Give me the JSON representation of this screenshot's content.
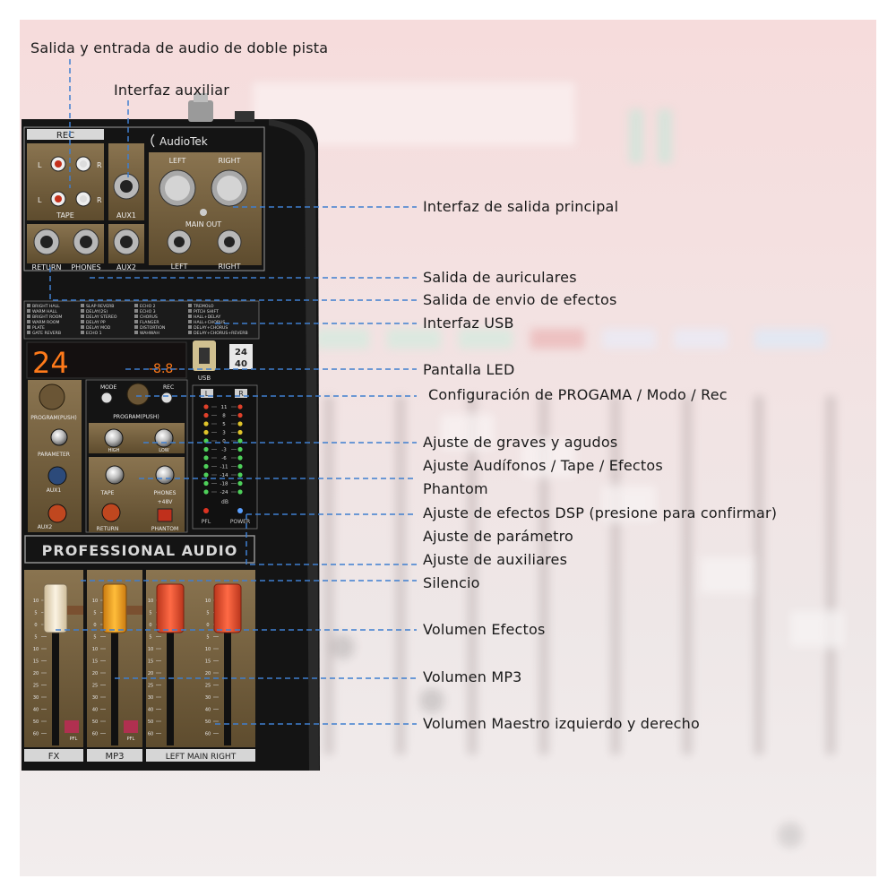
{
  "mixer": {
    "brand": "AudioTek",
    "rec_label": "REC",
    "tape_label": "TAPE",
    "left_short": "L",
    "right_short": "R",
    "return_label": "RETURN",
    "phones_label": "PHONES",
    "aux1_label": "AUX1",
    "aux2_label": "AUX2",
    "main_left_label": "LEFT",
    "main_right_label": "RIGHT",
    "main_out_label": "MAIN OUT",
    "usb_label": "USB",
    "bit_top": "24",
    "bit_bottom": "40",
    "led_main": "24",
    "led_small": "-8.8-",
    "mode_label": "MODE",
    "rec_btn_label": "REC",
    "program_label": "PROGRAM(PUSH)",
    "parameter_label": "PARAMETER",
    "high_label": "HIGH",
    "low_label": "LOW",
    "tape_knob_label": "TAPE",
    "return_knob_label": "RETURN",
    "phones_knob_label": "PHONES",
    "phantom_voltage": "+48V",
    "phantom_label": "PHANTOM",
    "pfl_label": "PFL",
    "power_label": "POWER",
    "aux1_knob_label": "AUX1",
    "aux2_knob_label": "AUX2",
    "db_label": "dB",
    "professional_audio": "PROFESSIONAL AUDIO",
    "fx_label": "FX",
    "mp3_label": "MP3",
    "left_main_right": "LEFT  MAIN  RIGHT",
    "meter_labels": [
      "11",
      "8",
      "5",
      "3",
      "0",
      "-3",
      "-6",
      "-11",
      "-14",
      "-18",
      "-24"
    ],
    "fader_scale": [
      "10",
      "5",
      "0",
      "5",
      "10",
      "15",
      "20",
      "25",
      "30",
      "40",
      "50",
      "60"
    ],
    "effects": [
      [
        "BRIGHT HALL",
        "WARM HALL",
        "BRIGHT ROOM",
        "WARM ROOM",
        "PLATE",
        "GATE REVERB"
      ],
      [
        "SLAP REVERB",
        "DELAY(2S)",
        "DELAY STEREO",
        "DELAY PP",
        "DELAY MOD",
        "ECHO 1"
      ],
      [
        "ECHO 2",
        "ECHO 3",
        "CHORUS",
        "FLANGER",
        "DISTORTION",
        "WAHWAH"
      ],
      [
        "TREMOLO",
        "PITCH SHIFT",
        "HALL+DELAY",
        "HALL+CHORUS",
        "DELAY+CHORUS",
        "DELAY+CHORUS+REVERB"
      ]
    ]
  },
  "annotations": [
    {
      "id": "dual-track",
      "text": "Salida y entrada de audio de doble pista"
    },
    {
      "id": "aux-interface",
      "text": "Interfaz auxiliar"
    },
    {
      "id": "main-out",
      "text": "Interfaz de salida principal"
    },
    {
      "id": "phones-out",
      "text": "Salida de auriculares"
    },
    {
      "id": "fx-send",
      "text": "Salida de envio de efectos"
    },
    {
      "id": "usb",
      "text": "Interfaz USB"
    },
    {
      "id": "led",
      "text": "Pantalla LED"
    },
    {
      "id": "program",
      "text": "Configuración de PROGAMA / Modo / Rec"
    },
    {
      "id": "eq",
      "text": "Ajuste de graves y agudos"
    },
    {
      "id": "headphones-tape",
      "text": "Ajuste Audífonos / Tape / Efectos"
    },
    {
      "id": "phantom",
      "text": "Phantom"
    },
    {
      "id": "dsp",
      "text": "Ajuste de efectos DSP (presione para confirmar)"
    },
    {
      "id": "parameter",
      "text": "Ajuste de parámetro"
    },
    {
      "id": "auxiliaries",
      "text": "Ajuste de auxiliares"
    },
    {
      "id": "mute",
      "text": "Silencio"
    },
    {
      "id": "fx-volume",
      "text": "Volumen Efectos"
    },
    {
      "id": "mp3-volume",
      "text": "Volumen MP3"
    },
    {
      "id": "master-volume",
      "text": "Volumen Maestro izquierdo y derecho"
    }
  ],
  "colors": {
    "leader_line": "#3f7fd0",
    "panel_black": "#141414",
    "panel_gold": "#6e5b3a",
    "led_orange": "#ff7a1a",
    "fader_orange": "#f5a21c",
    "fader_red": "#ee5533",
    "fader_cream": "#efe3cc"
  }
}
